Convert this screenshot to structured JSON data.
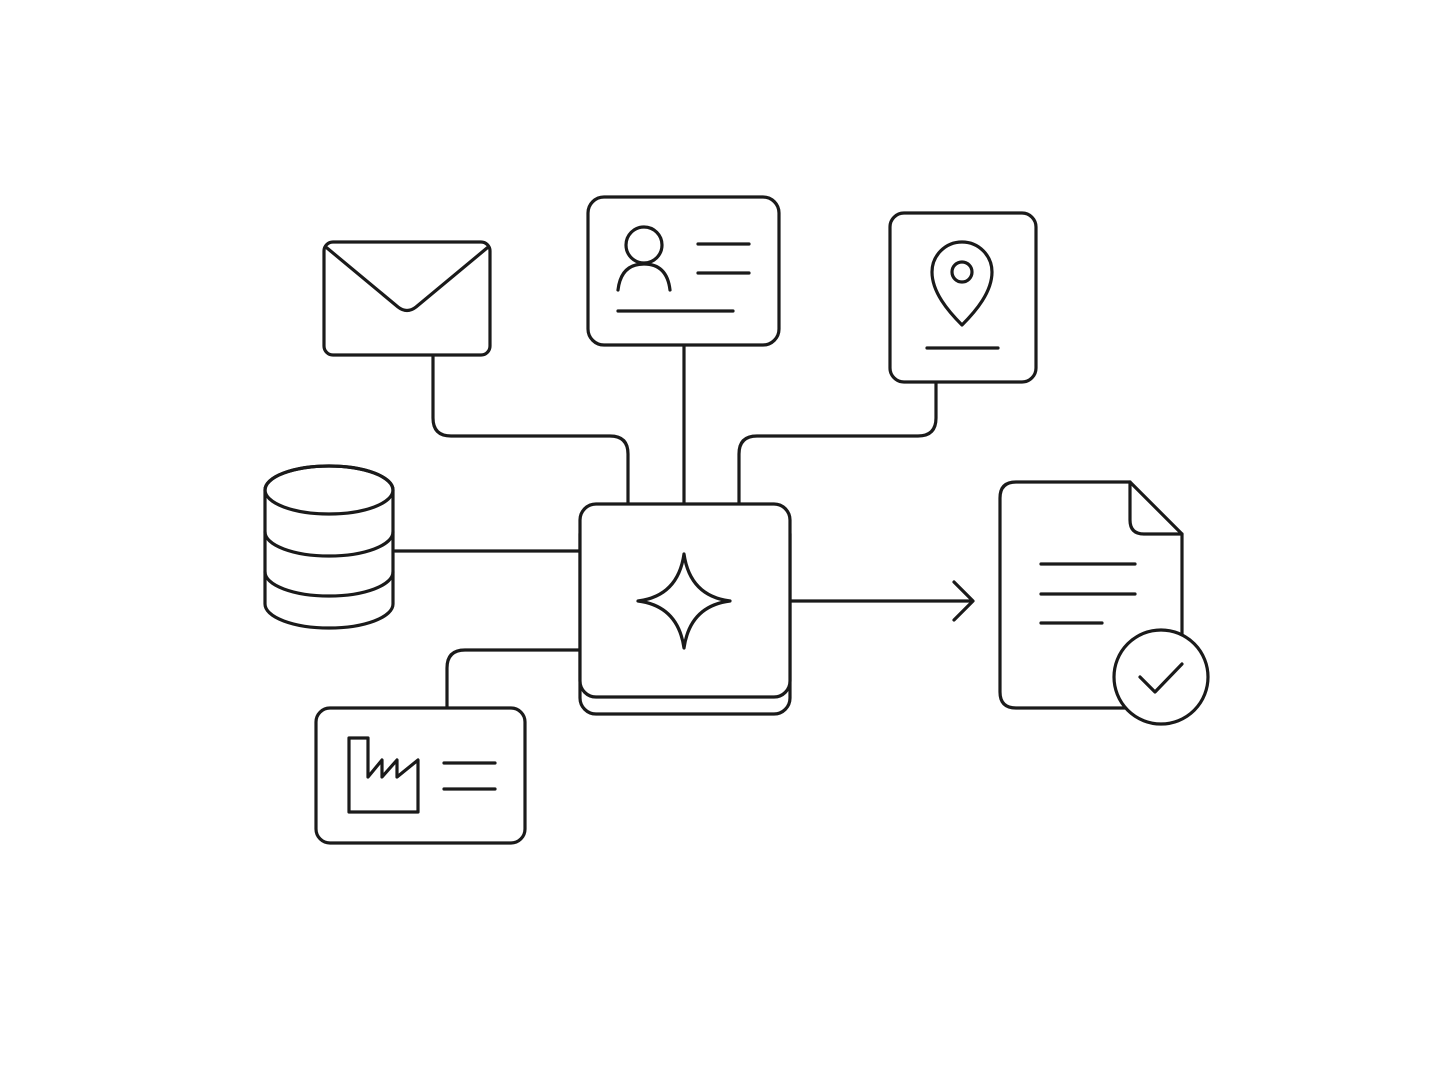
{
  "diagram": {
    "kind": "icon-flow-diagram",
    "has_text": false,
    "colors": {
      "stroke": "#1a1a1a",
      "background": "#ffffff"
    },
    "hub": {
      "icon": "sparkle-icon"
    },
    "inputs": [
      {
        "id": "email",
        "icon": "envelope-icon"
      },
      {
        "id": "contact",
        "icon": "contact-card-icon"
      },
      {
        "id": "location",
        "icon": "map-pin-icon"
      },
      {
        "id": "database",
        "icon": "database-icon"
      },
      {
        "id": "company",
        "icon": "factory-icon"
      }
    ],
    "output": {
      "icon": "document-check-icon"
    }
  }
}
